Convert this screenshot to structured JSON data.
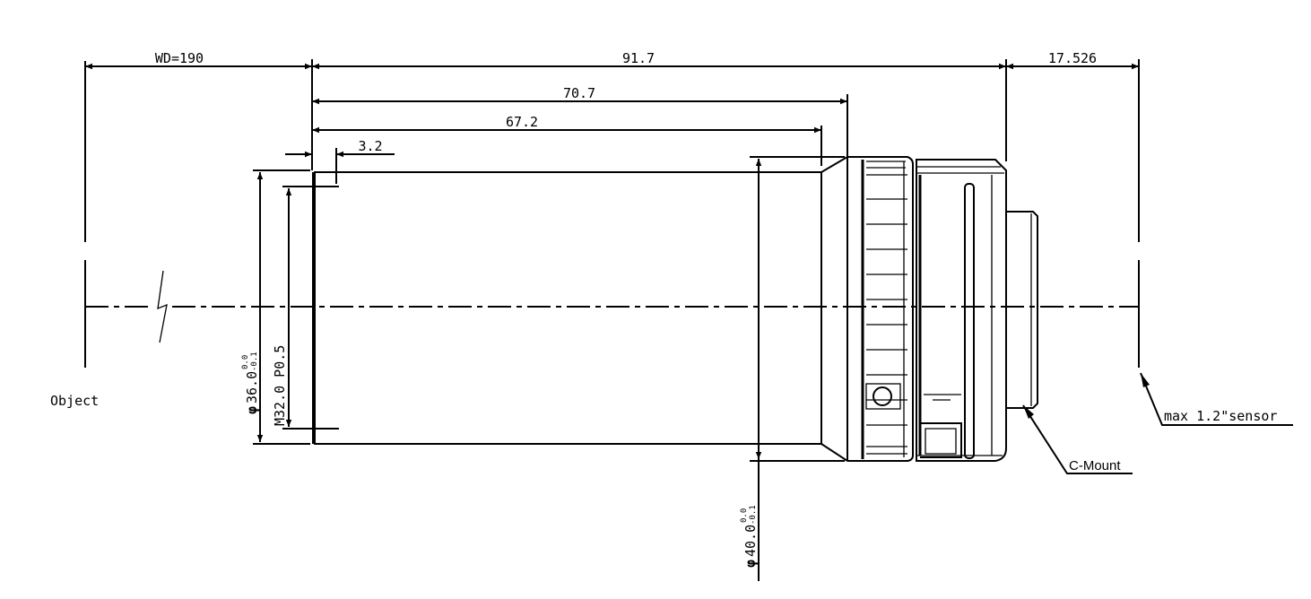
{
  "diagram": {
    "dimensions": {
      "working_distance": "WD=190",
      "overall_length": "91.7",
      "flange_to_sensor": "17.526",
      "length_to_ring": "70.7",
      "body_length": "67.2",
      "thread_depth": "3.2",
      "front_diameter": "36.0",
      "thread_spec": "M32.0 P0.5",
      "rear_diameter": "40.0",
      "tolerance_upper": "0.0",
      "tolerance_lower": "-0.1",
      "diameter_symbol": "φ"
    },
    "labels": {
      "object": "Object",
      "mount": "C-Mount",
      "sensor": "max 1.2\"sensor"
    }
  }
}
